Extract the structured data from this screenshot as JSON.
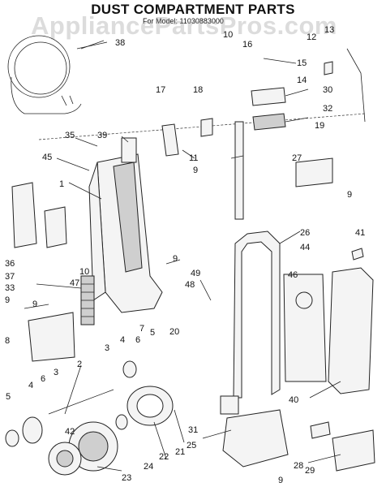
{
  "title": "DUST COMPARTMENT PARTS",
  "model_label": "For Model: 11030883000",
  "watermark": "AppliancePartsPros.com",
  "callouts": {
    "c1": "1",
    "c2": "2",
    "c3a": "3",
    "c3b": "3",
    "c4a": "4",
    "c4b": "4",
    "c5a": "5",
    "c5b": "5",
    "c6a": "6",
    "c6b": "6",
    "c7": "7",
    "c8": "8",
    "c9a": "9",
    "c9b": "9",
    "c9c": "9",
    "c9d": "9",
    "c9e": "9",
    "c9f": "9",
    "c10a": "10",
    "c10b": "10",
    "c11": "11",
    "c12": "12",
    "c13": "13",
    "c14": "14",
    "c15": "15",
    "c16": "16",
    "c17": "17",
    "c18": "18",
    "c19": "19",
    "c20": "20",
    "c21": "21",
    "c22": "22",
    "c23": "23",
    "c24": "24",
    "c25": "25",
    "c26": "26",
    "c27": "27",
    "c28": "28",
    "c29": "29",
    "c30": "30",
    "c31": "31",
    "c32": "32",
    "c33": "33",
    "c35": "35",
    "c36": "36",
    "c37": "37",
    "c38": "38",
    "c39": "39",
    "c40": "40",
    "c41": "41",
    "c42": "42",
    "c44": "44",
    "c45": "45",
    "c46": "46",
    "c47": "47",
    "c48": "48",
    "c49": "49"
  }
}
